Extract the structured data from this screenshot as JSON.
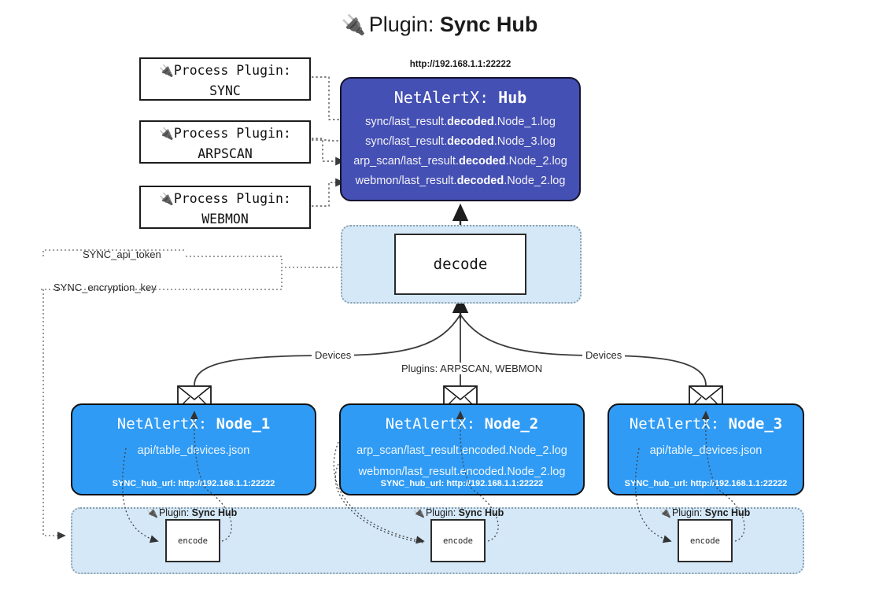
{
  "title": {
    "icon": "plug-icon",
    "prefix": "Plugin:",
    "name": "Sync Hub"
  },
  "process_plugins": [
    {
      "icon": "plug-icon",
      "line1": "Process Plugin:",
      "line2": "SYNC"
    },
    {
      "icon": "plug-icon",
      "line1": "Process Plugin:",
      "line2": "ARPSCAN"
    },
    {
      "icon": "plug-icon",
      "line1": "Process Plugin:",
      "line2": "WEBMON"
    }
  ],
  "hub": {
    "url": "http://192.168.1.1:22222",
    "title_prefix": "NetAlertX:",
    "title_name": "Hub",
    "rows": [
      {
        "pre": "sync/last_result.",
        "bold": "decoded",
        "post": ".Node_1.log"
      },
      {
        "pre": "sync/last_result.",
        "bold": "decoded",
        "post": ".Node_3.log"
      },
      {
        "pre": "arp_scan/last_result.",
        "bold": "decoded",
        "post": ".Node_2.log"
      },
      {
        "pre": "webmon/last_result.",
        "bold": "decoded",
        "post": ".Node_2.log"
      }
    ]
  },
  "decode": {
    "label": "decode"
  },
  "secrets": [
    {
      "label": "SYNC_api_token"
    },
    {
      "label": "SYNC_encryption_key"
    }
  ],
  "edge_labels": {
    "devices_left": "Devices",
    "devices_right": "Devices",
    "plugins_center": "Plugins: ARPSCAN, WEBMON"
  },
  "nodes": [
    {
      "id": "node1",
      "title_prefix": "NetAlertX:",
      "title_name": "Node_1",
      "lines": [
        "api/table_devices.json"
      ],
      "footer": "SYNC_hub_url: http://192.168.1.1:22222"
    },
    {
      "id": "node2",
      "title_prefix": "NetAlertX:",
      "title_name": "Node_2",
      "lines": [
        "arp_scan/last_result.encoded.Node_2.log",
        "webmon/last_result.encoded.Node_2.log"
      ],
      "footer": "SYNC_hub_url: http://192.168.1.1:22222"
    },
    {
      "id": "node3",
      "title_prefix": "NetAlertX:",
      "title_name": "Node_3",
      "lines": [
        "api/table_devices.json"
      ],
      "footer": "SYNC_hub_url: http://192.168.1.1:22222"
    }
  ],
  "encoders": [
    {
      "tag_prefix": "Plugin:",
      "tag_name": "Sync Hub",
      "label": "encode"
    },
    {
      "tag_prefix": "Plugin:",
      "tag_name": "Sync Hub",
      "label": "encode"
    },
    {
      "tag_prefix": "Plugin:",
      "tag_name": "Sync Hub",
      "label": "encode"
    }
  ],
  "colors": {
    "hub_fill": "#4550b4",
    "node_fill": "#2f9bf5",
    "container_fill": "#d4e8f8",
    "stroke": "#1c1c1c",
    "background": "#ffffff"
  }
}
